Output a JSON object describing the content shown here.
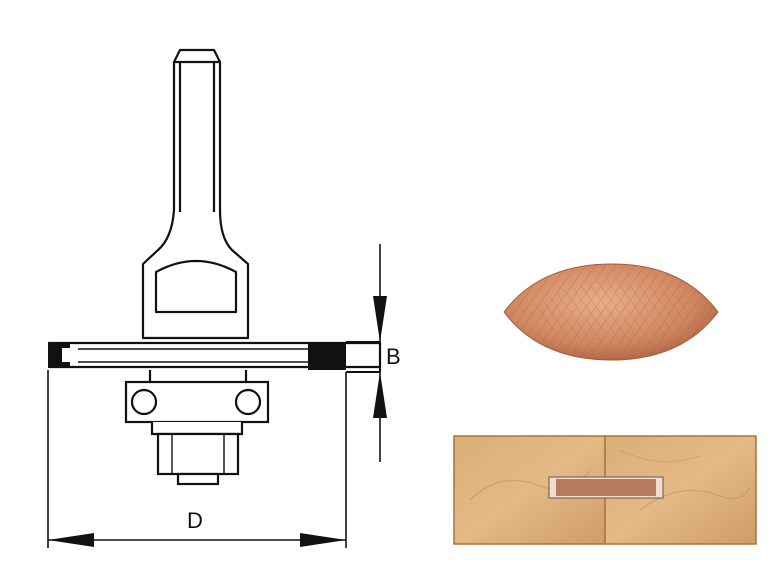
{
  "labels": {
    "thickness": "B",
    "diameter": "D"
  },
  "colors": {
    "line": "#111111",
    "biscuit_light": "#e0a37d",
    "biscuit_dark": "#b86c48",
    "board_fill": "#d9aa72",
    "board_edge": "#a7743f",
    "slot_fill": "#b97b5e"
  },
  "parts": {
    "cutter": "biscuit-slot-cutter-drawing",
    "biscuit": "wood-biscuit-photo",
    "joint": "slotted-board-joint-photo"
  }
}
